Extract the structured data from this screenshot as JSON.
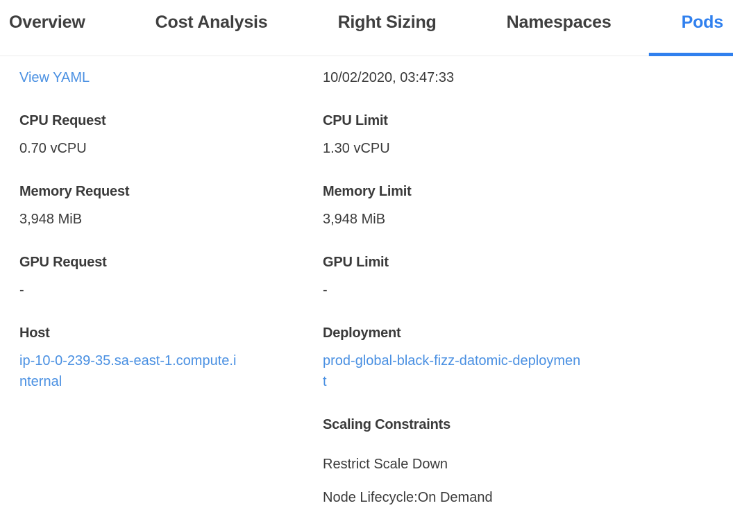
{
  "colors": {
    "accent": "#3080ee",
    "link": "#4a90e2",
    "text": "#3a3a3a",
    "border": "#ececec"
  },
  "tabs": {
    "items": [
      {
        "label": "Overview",
        "active": false
      },
      {
        "label": "Cost Analysis",
        "active": false
      },
      {
        "label": "Right Sizing",
        "active": false
      },
      {
        "label": "Namespaces",
        "active": false
      },
      {
        "label": "Pods",
        "active": true
      }
    ]
  },
  "details": {
    "view_yaml_label": "View YAML",
    "timestamp": "10/02/2020, 03:47:33",
    "left_fields": [
      {
        "label": "CPU Request",
        "value": "0.70 vCPU"
      },
      {
        "label": "Memory Request",
        "value": "3,948 MiB"
      },
      {
        "label": "GPU Request",
        "value": "-"
      },
      {
        "label": "Host",
        "value": "ip-10-0-239-35.sa-east-1.compute.internal"
      }
    ],
    "right_fields": [
      {
        "label": "CPU Limit",
        "value": "1.30 vCPU"
      },
      {
        "label": "Memory Limit",
        "value": "3,948 MiB"
      },
      {
        "label": "GPU Limit",
        "value": "-"
      },
      {
        "label": "Deployment",
        "value": "prod-global-black-fizz-datomic-deployment"
      }
    ],
    "scaling": {
      "title": "Scaling Constraints",
      "items": [
        "Restrict Scale Down",
        "Node Lifecycle:On Demand"
      ]
    }
  }
}
